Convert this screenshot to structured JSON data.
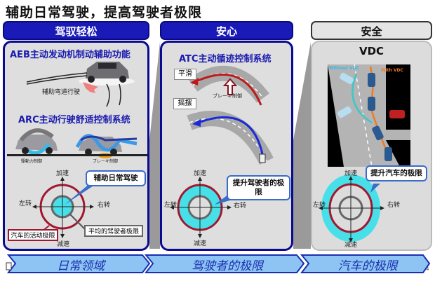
{
  "title": "辅助日常驾驶，提高驾驶者极限",
  "panels": [
    {
      "header": "驾驭轻松",
      "feature1": "AEB主动发动机制动辅助功能",
      "feature1_caption": "辅助弯道行驶",
      "feature2": "ARC主动行驶舒适控制系统",
      "feature2_labels": [
        "駆動力制御",
        "ブレーキ制御"
      ],
      "axes": {
        "up": "加速",
        "down": "减速",
        "left": "左转",
        "right": "右转"
      },
      "callout": "辅助日常驾驶",
      "label_vehicle": "汽车的活动极限",
      "label_driver": "平均的驾驶者极限"
    },
    {
      "header": "安心",
      "feature1": "ATC主动循迹控制系统",
      "label_smooth": "平滑",
      "label_sway": "摇摆",
      "label_brake": "ブレーキ制御",
      "axes": {
        "up": "加速",
        "down": "减速",
        "left": "左转",
        "right": "右转"
      },
      "callout": "提升驾驶者的极限"
    },
    {
      "header": "安全",
      "feature1": "VDC",
      "label_without": "Without VDC",
      "label_with": "With VDC",
      "axes": {
        "up": "加速",
        "down": "减速",
        "left": "左转",
        "right": "右转"
      },
      "callout": "提升汽车的极限"
    }
  ],
  "banner": [
    "日常领域",
    "驾驶者的极限",
    "汽车的极限"
  ],
  "page_number": "4",
  "colors": {
    "header_blue": "#1a1ab8",
    "limit_red": "#a01830",
    "cyan": "#48e0e8",
    "driver_gray": "#666666",
    "banner_fill": "#8ec4f4"
  }
}
